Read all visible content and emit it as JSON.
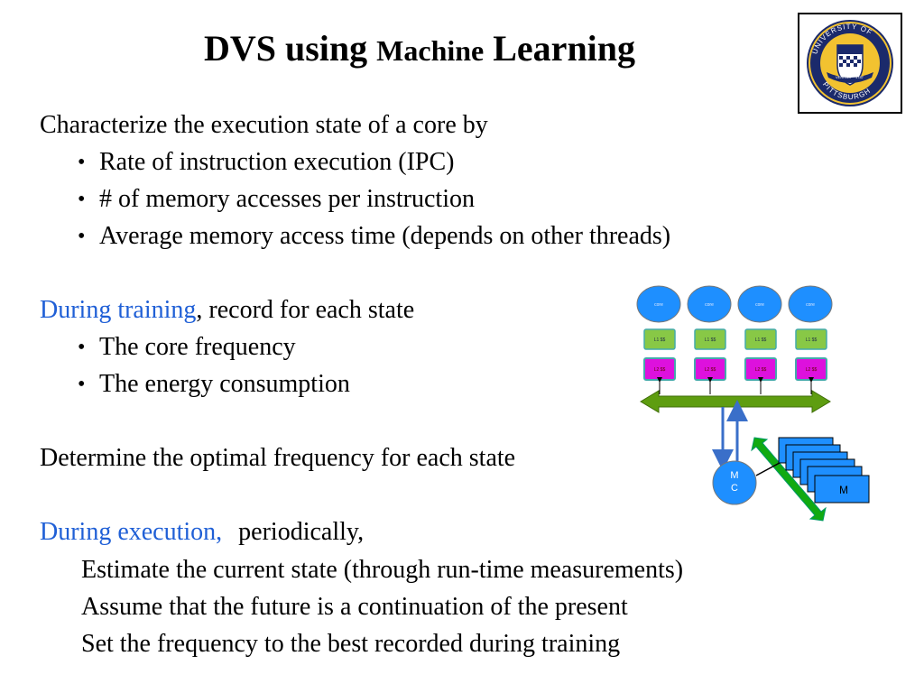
{
  "title": {
    "part1": "DVS using ",
    "part2": "Machine",
    "part3": " Learning"
  },
  "lines": {
    "l1": "Characterize the execution state of a core by",
    "b1": "Rate of instruction execution (IPC)",
    "b2": "# of memory accesses per instruction",
    "b3": "Average memory access time (depends on other threads)",
    "l2_blue": "During training",
    "l2_rest": ", record for each state",
    "b4": "The core frequency",
    "b5": "The energy consumption",
    "l3": "Determine the optimal frequency for each state",
    "l4_blue": "During execution,",
    "l4_rest": "periodically,",
    "i1": "Estimate the current state (through run-time measurements)",
    "i2": "Assume that the future is a continuation of the present",
    "i3": "Set the frequency to the best recorded during training"
  },
  "bullet_symbol": "•",
  "logo": {
    "top_text": "UNIVERSITY OF",
    "bottom_text": "PITTSBURGH",
    "ribbon_left": "VERITAS",
    "ribbon_right": "1787"
  },
  "diagram": {
    "core_labels": [
      "core",
      "core",
      "core",
      "core"
    ],
    "l1_labels": [
      "L1 $$",
      "L1 $$",
      "L1 $$",
      "L1 $$"
    ],
    "l2_labels": [
      "L2 $$",
      "L2 $$",
      "L2 $$",
      "L2 $$"
    ],
    "mc_label_1": "M",
    "mc_label_2": "C",
    "memory_label": "M"
  },
  "colors": {
    "blue_text": "#1f5fd6",
    "core_fill": "#1e8fff",
    "l1_fill": "#88c846",
    "l2_fill": "#dd11dd",
    "bus": "#5e9d10",
    "mem_fill": "#1e8fff",
    "link": "#11aa11"
  }
}
